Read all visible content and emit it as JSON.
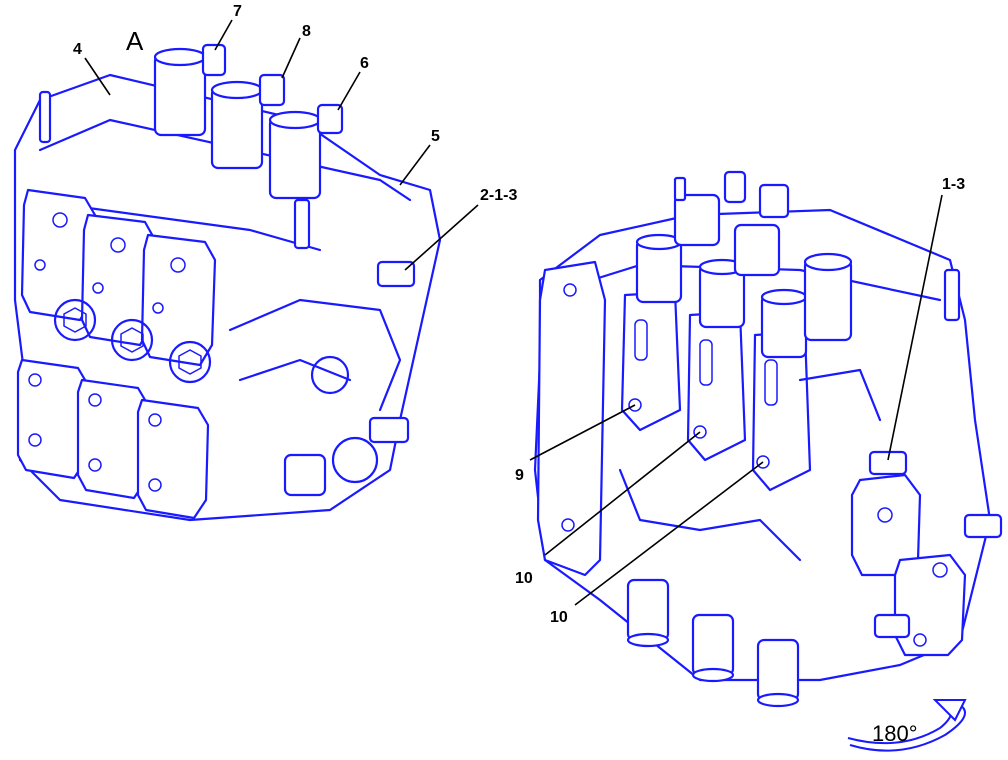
{
  "diagram": {
    "view_label": "A",
    "rotation_label": "180°",
    "callouts_left": [
      "4",
      "7",
      "8",
      "6",
      "5",
      "2-1-3"
    ],
    "callouts_right": [
      "1-3",
      "9",
      "10",
      "10"
    ],
    "colors": {
      "line_art": "#1a1aff",
      "text": "#000000",
      "background": "#ffffff"
    }
  }
}
